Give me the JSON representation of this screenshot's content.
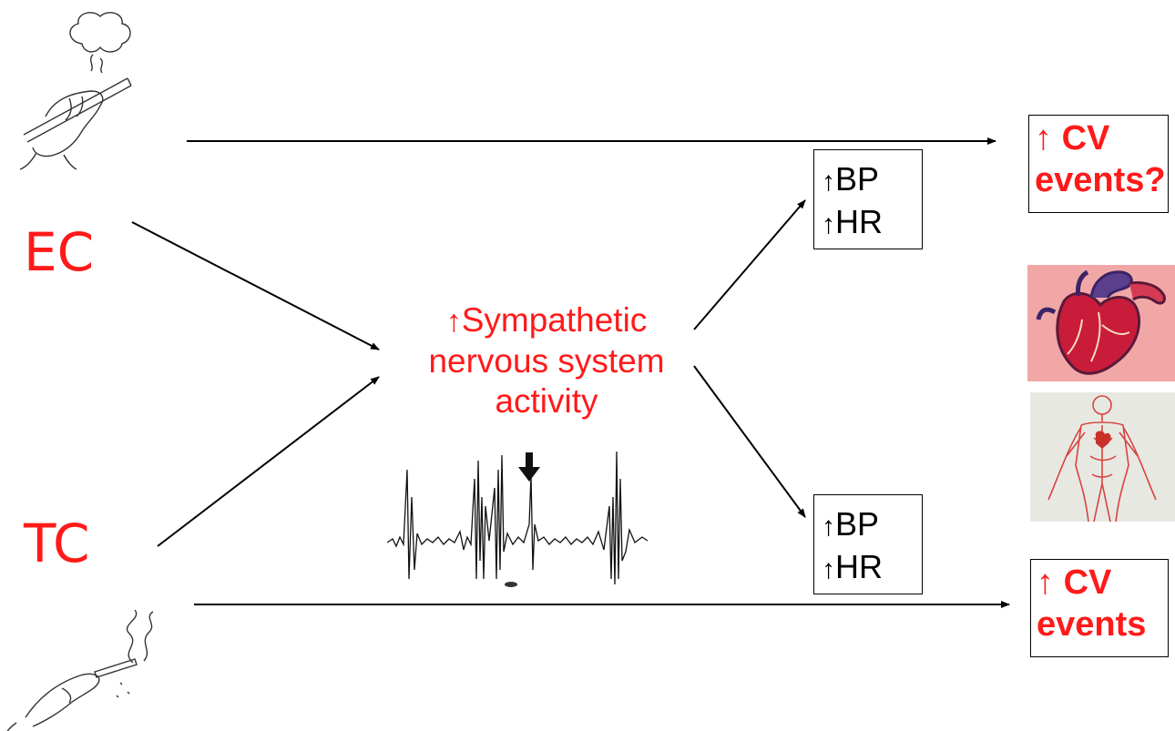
{
  "labels": {
    "ec": "EC",
    "tc": "TC"
  },
  "center": {
    "arrow": "↑",
    "line1": "Sympathetic",
    "line2": "nervous system",
    "line3": "activity"
  },
  "bp_hr_top": {
    "arrow": "↑",
    "bp": "BP",
    "hr": "HR"
  },
  "bp_hr_bottom": {
    "arrow": "↑",
    "bp": "BP",
    "hr": "HR"
  },
  "cv_top": {
    "arrow": "↑",
    "line1": "CV",
    "line2": "events?"
  },
  "cv_bottom": {
    "arrow": "↑",
    "line1": "CV",
    "line2": "events"
  },
  "colors": {
    "accent": "#ff1a1a",
    "ink": "#000000",
    "heart_bg": "#f2a7a7",
    "body_bg": "#e8e8e3"
  },
  "icons": [
    "vape-hand-icon",
    "cigarette-hand-icon",
    "nerve-signal-trace",
    "heart-illustration",
    "circulatory-system-illustration"
  ]
}
